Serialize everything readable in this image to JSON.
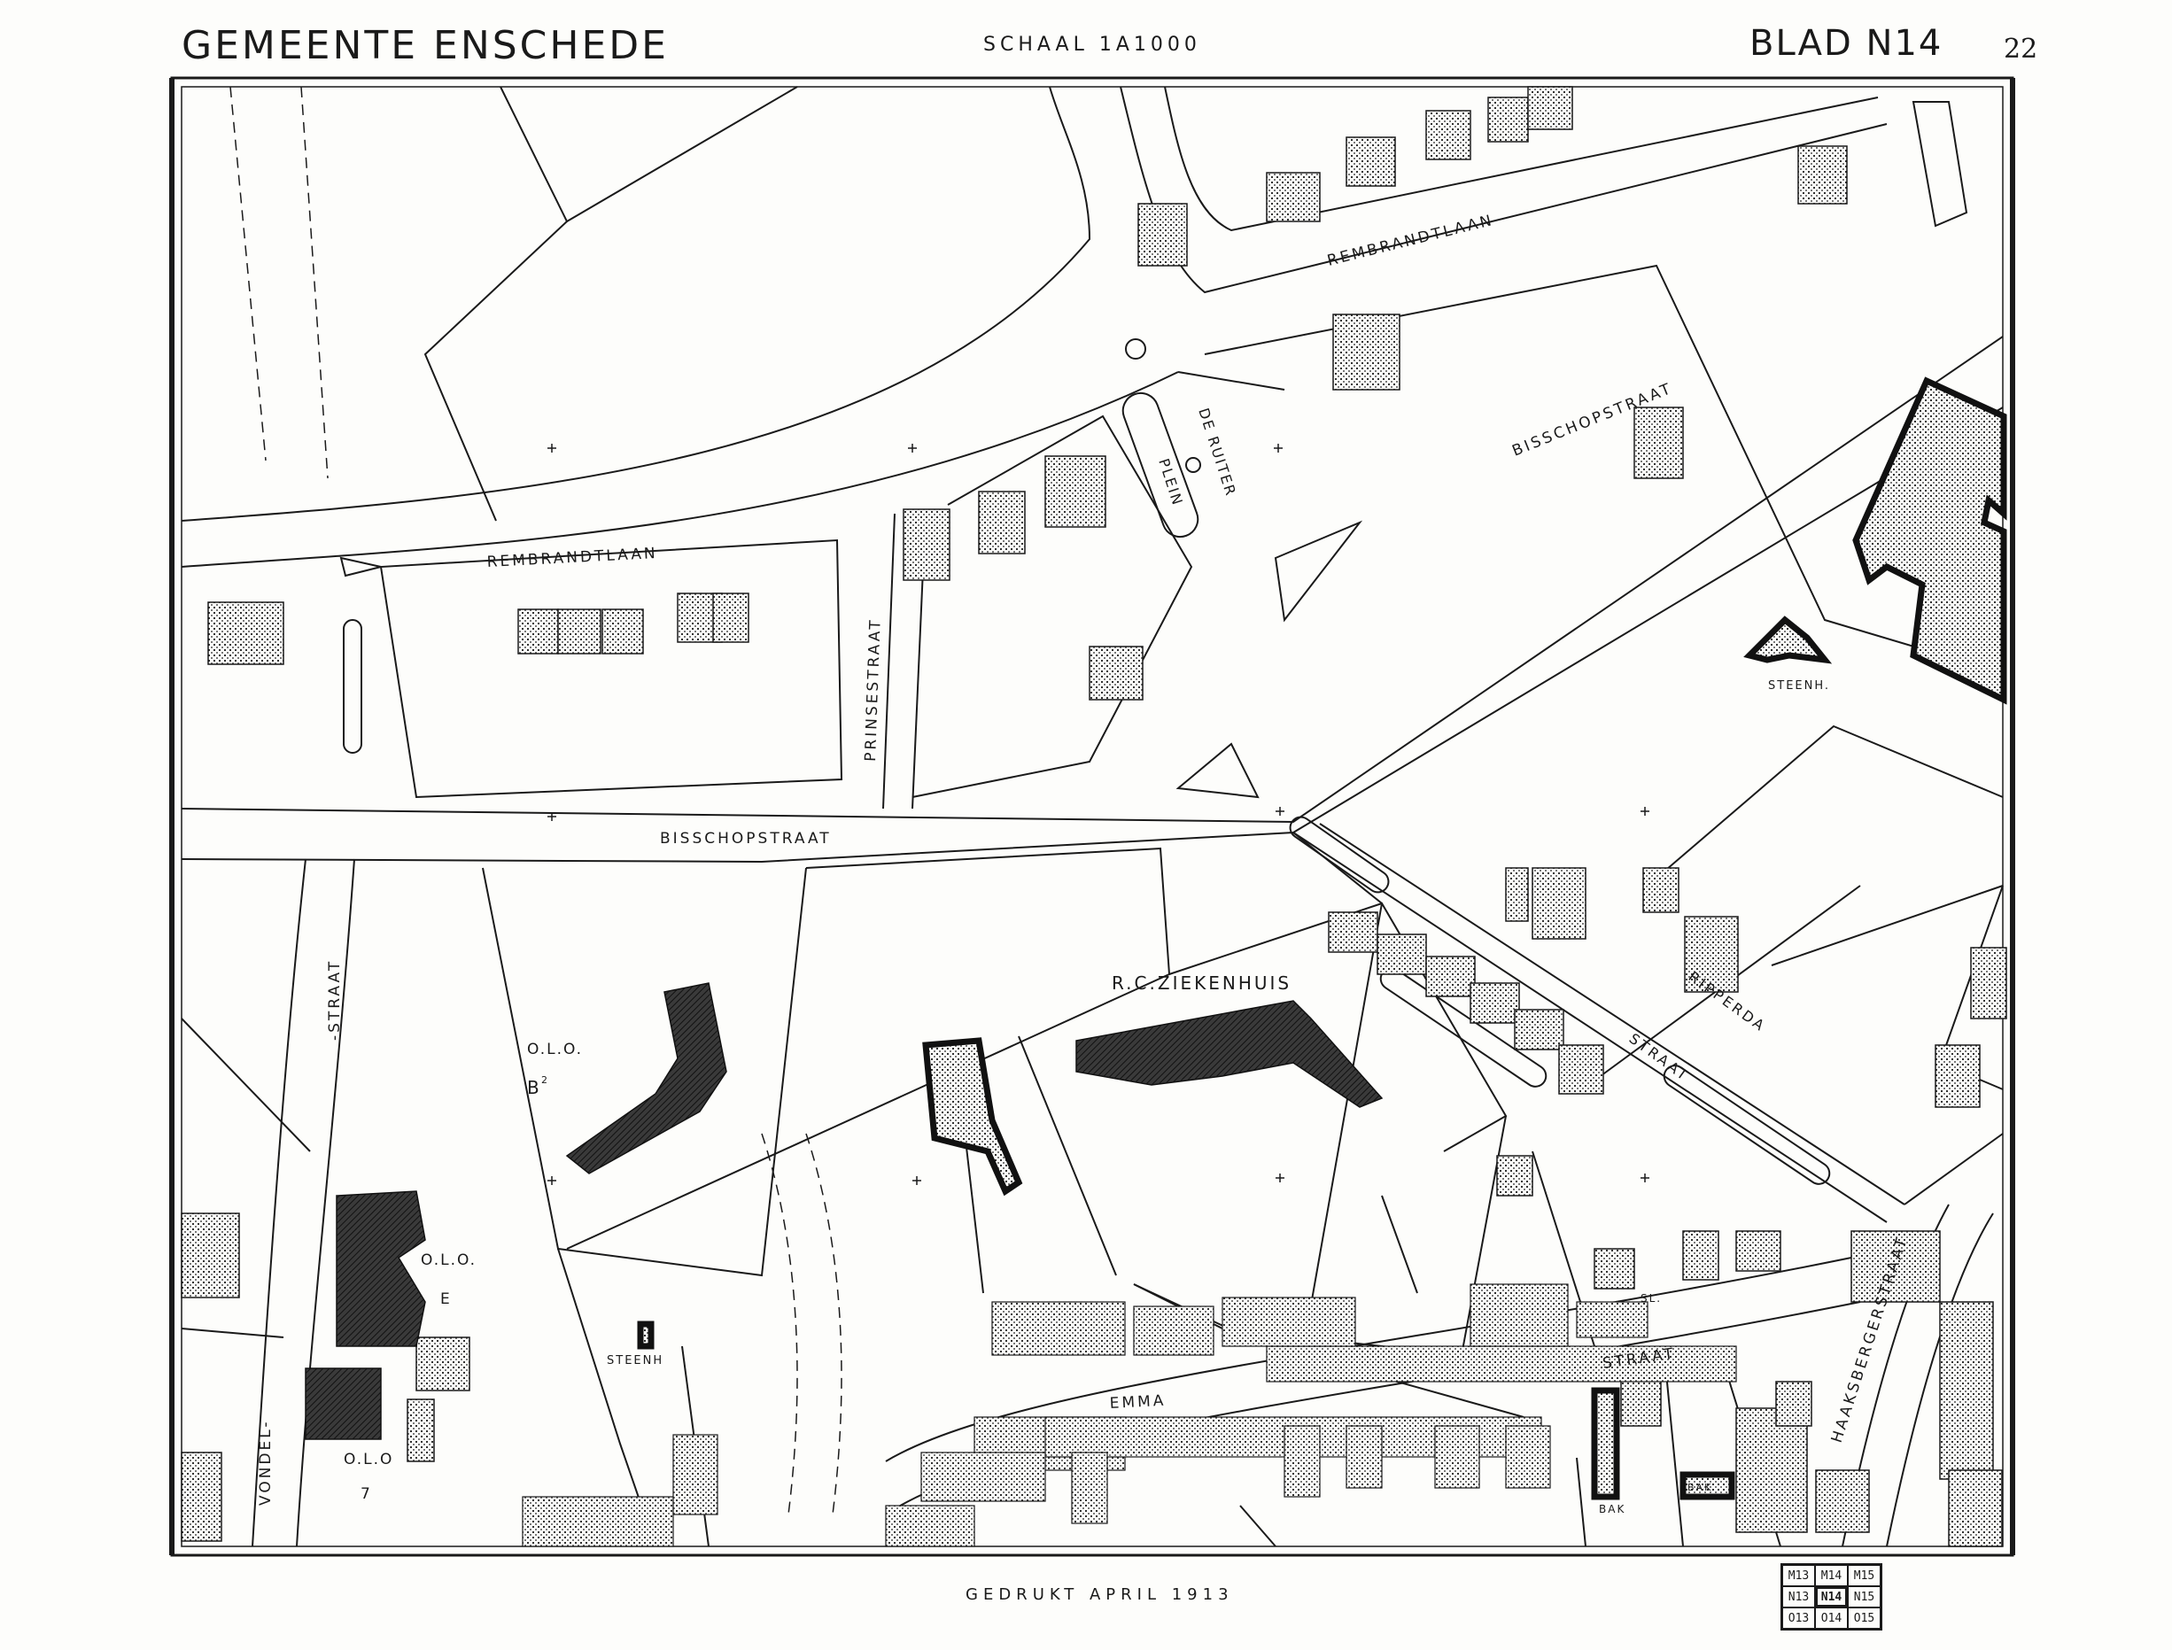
{
  "header": {
    "municipality": "GEMEENTE ENSCHEDE",
    "scale": "SCHAAL 1A1000",
    "sheet": "BLAD N14",
    "sheet_number": "22"
  },
  "footer": {
    "printed": "GEDRUKT   APRIL 1913"
  },
  "sheet_index": [
    "M13",
    "M14",
    "M15",
    "N13",
    "N14",
    "N15",
    "O13",
    "O14",
    "O15"
  ],
  "streets": {
    "rembrandtlaan_north": "REMBRANDTLAAN",
    "rembrandtlaan_west": "REMBRANDTLAAN",
    "bisschopstraat_west": "BISSCHOPSTRAAT",
    "bisschopstraat_east": "BISSCHOPSTRAAT",
    "prinsestraat": "PRINSESTRAAT",
    "de_ruiter": "DE RUITER",
    "plein": "PLEIN",
    "vondel": "VONDEL-",
    "straat_vondel": "-STRAAT",
    "ripperda": "RIPPERDA",
    "straat_ripperda": "STRAAT",
    "emma": "EMMA",
    "straat_emma": "STRAAT",
    "haaksbergerstraat": "HAAKSBERGERSTRAAT"
  },
  "buildings": {
    "ziekenhuis": "R.C.ZIEKENHUIS",
    "olo_b": "O.L.O.",
    "olo_b_sub": "B",
    "olo_b_sup": "2",
    "olo_e": "O.L.O.",
    "olo_e_sub": "E",
    "olo_7": "O.L.O",
    "olo_7_sub": "7",
    "steenh_east": "STEENH.",
    "steenh_south": "STEENH",
    "sl": "SL.",
    "bak": "BAK",
    "bak2": "BAK"
  },
  "colors": {
    "ink": "#1a1a1a",
    "paper": "#fdfdfb"
  }
}
